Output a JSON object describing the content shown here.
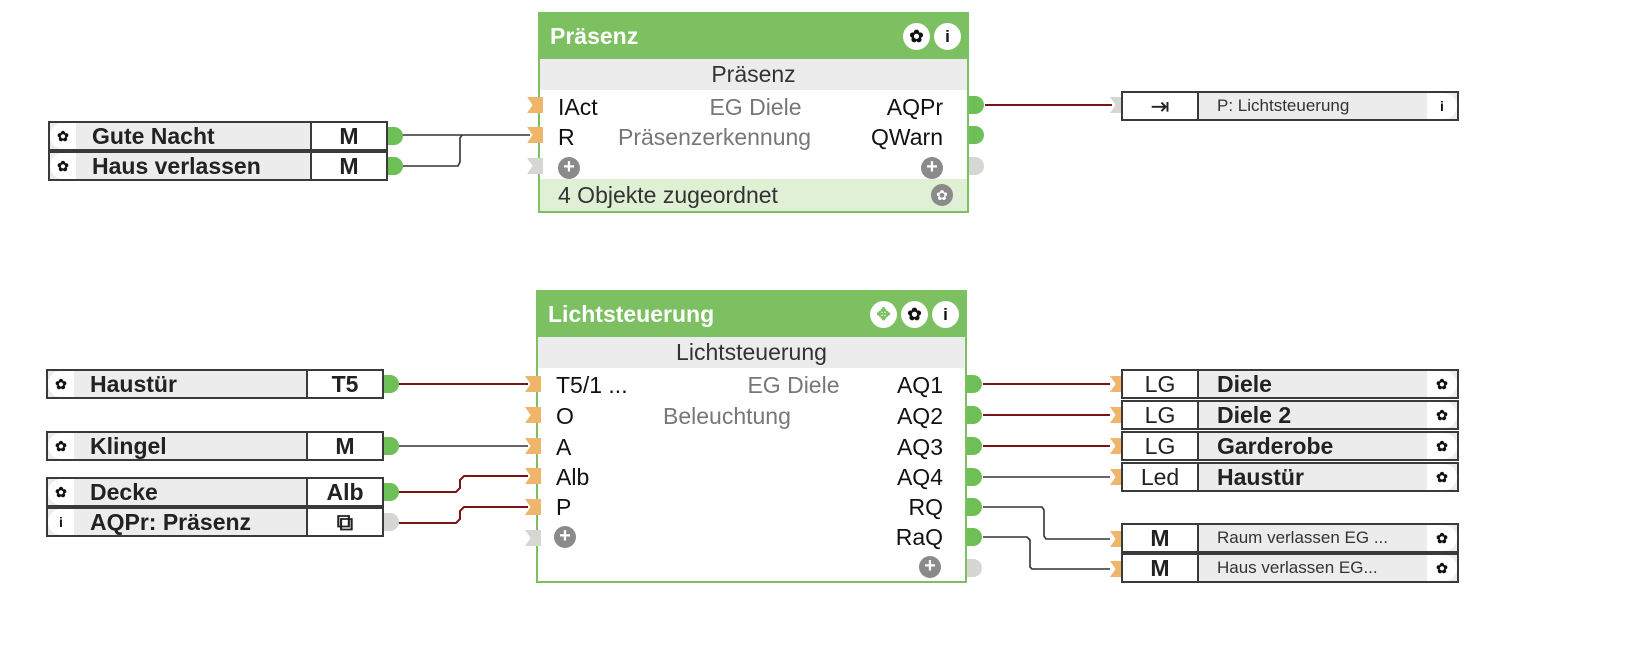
{
  "blocks": {
    "praesenz": {
      "title": "Präsenz",
      "subtitle": "Präsenz",
      "location": "EG Diele",
      "description": "Präsenzerkennung",
      "inputs": [
        "IAct",
        "R"
      ],
      "outputs": [
        "AQPr",
        "QWarn"
      ],
      "footer": "4 Objekte zugeordnet",
      "header_icons": [
        "gear-icon",
        "info-icon"
      ]
    },
    "lichtsteuerung": {
      "title": "Lichtsteuerung",
      "subtitle": "Lichtsteuerung",
      "location": "EG Diele",
      "description": "Beleuchtung",
      "inputs": [
        "T5/1 ...",
        "O",
        "A",
        "Alb",
        "P"
      ],
      "outputs": [
        "AQ1",
        "AQ2",
        "AQ3",
        "AQ4",
        "RQ",
        "RaQ"
      ],
      "header_icons": [
        "move-icon",
        "gear-icon",
        "info-icon"
      ]
    }
  },
  "input_objects": [
    {
      "name": "Gute Nacht",
      "type": "M",
      "icon": "gear-icon"
    },
    {
      "name": "Haus verlassen",
      "type": "M",
      "icon": "gear-icon"
    },
    {
      "name": "Haustür",
      "type": "T5",
      "icon": "gear-icon"
    },
    {
      "name": "Klingel",
      "type": "M",
      "icon": "gear-icon"
    },
    {
      "name": "Decke",
      "type": "Alb",
      "icon": "gear-icon"
    },
    {
      "name": "AQPr: Präsenz",
      "type": "export-icon",
      "icon": "info-icon"
    }
  ],
  "output_objects": [
    {
      "type": "import-icon",
      "name": "P: Lichtsteuerung",
      "icon": "info-icon"
    },
    {
      "type": "LG",
      "name": "Diele",
      "icon": "gear-icon"
    },
    {
      "type": "LG",
      "name": "Diele 2",
      "icon": "gear-icon"
    },
    {
      "type": "LG",
      "name": "Garderobe",
      "icon": "gear-icon"
    },
    {
      "type": "Led",
      "name": "Haustür",
      "icon": "gear-icon"
    },
    {
      "type": "M",
      "name": "Raum verlassen EG ...",
      "icon": "gear-icon"
    },
    {
      "type": "M",
      "name": "Haus verlassen EG...",
      "icon": "gear-icon"
    }
  ],
  "colors": {
    "block_green": "#7dc062",
    "footer_green": "#dff0d4",
    "input_pin": "#efb56a",
    "output_pin": "#6fbf57",
    "wire_active": "#7a1414",
    "wire_normal": "#333333"
  }
}
